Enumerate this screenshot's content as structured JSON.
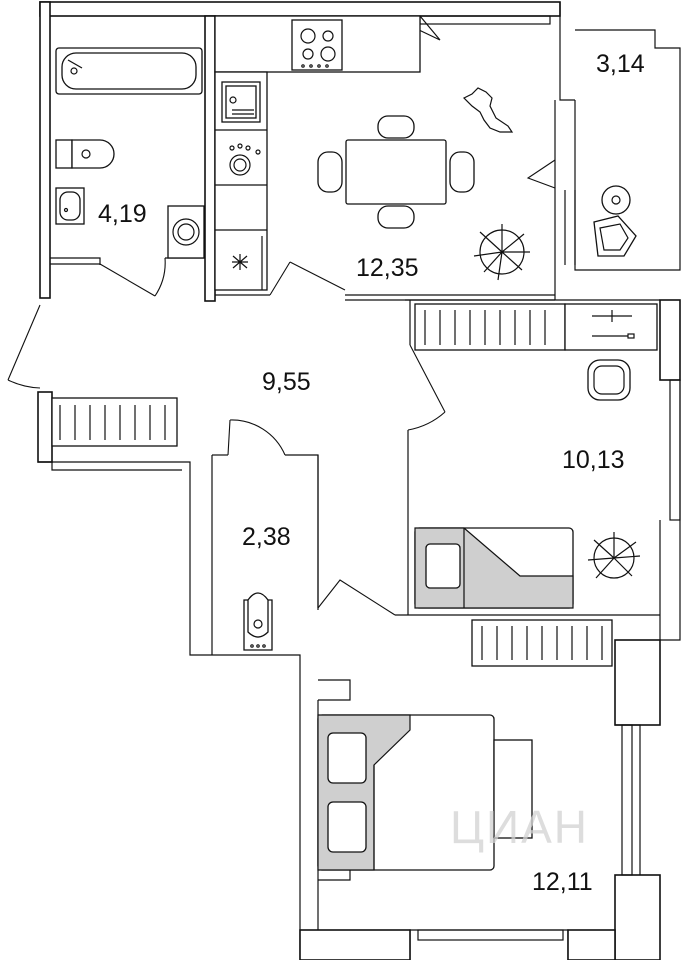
{
  "rooms": [
    {
      "id": "bathroom",
      "area": "4,19"
    },
    {
      "id": "balcony",
      "area": "3,14"
    },
    {
      "id": "kitchen",
      "area": "12,35"
    },
    {
      "id": "hall",
      "area": "9,55"
    },
    {
      "id": "bedroom-small",
      "area": "10,13"
    },
    {
      "id": "toilet",
      "area": "2,38"
    },
    {
      "id": "bedroom-large",
      "area": "12,11"
    }
  ],
  "watermark": "ЦИАН",
  "colors": {
    "line": "#111111",
    "furniture_fill": "#cfcfcf",
    "background": "#ffffff"
  }
}
